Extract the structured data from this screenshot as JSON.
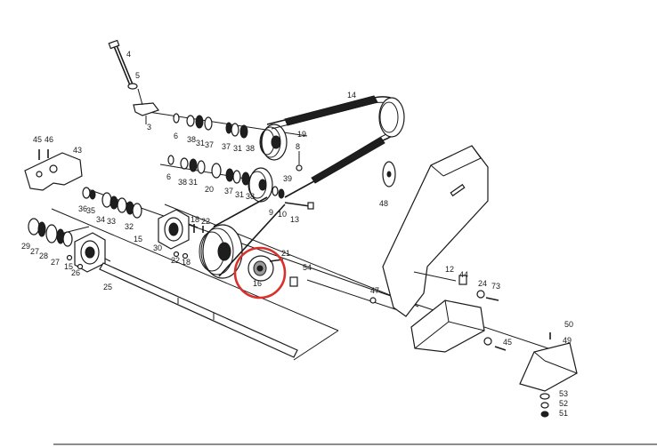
{
  "colors": {
    "line": "#1a1a1a",
    "highlight": "#d9302b",
    "background": "#ffffff"
  },
  "labels": {
    "l4": "4",
    "l5": "5",
    "l3": "3",
    "l6a": "6",
    "l38a": "38",
    "l31a": "31",
    "l37a": "37",
    "l37b": "37",
    "l31b": "31",
    "l38b": "38",
    "l14": "14",
    "l19": "19",
    "l8": "8",
    "l6b": "6",
    "l38c": "38",
    "l31c": "31",
    "l20": "20",
    "l37c": "37",
    "l31d": "31",
    "l38d": "38",
    "l39": "39",
    "l9": "9",
    "l10": "10",
    "l13": "13",
    "l48": "48",
    "l45a": "45",
    "l46": "46",
    "l43": "43",
    "l36": "36",
    "l35": "35",
    "l34": "34",
    "l33": "33",
    "l32": "32",
    "l18a": "18",
    "l22": "22",
    "l15a": "15",
    "l30": "30",
    "l29": "29",
    "l27a": "27",
    "l28": "28",
    "l27b": "27",
    "l15b": "15",
    "l26": "26",
    "l22b": "22",
    "l18b": "18",
    "l25": "25",
    "l21": "21",
    "l16": "16",
    "l54": "54",
    "l12": "12",
    "l44": "44",
    "l47": "47",
    "l24": "24",
    "l73": "73",
    "l50": "50",
    "l49": "49",
    "l45b": "45",
    "l53": "53",
    "l52": "52",
    "l51": "51"
  }
}
